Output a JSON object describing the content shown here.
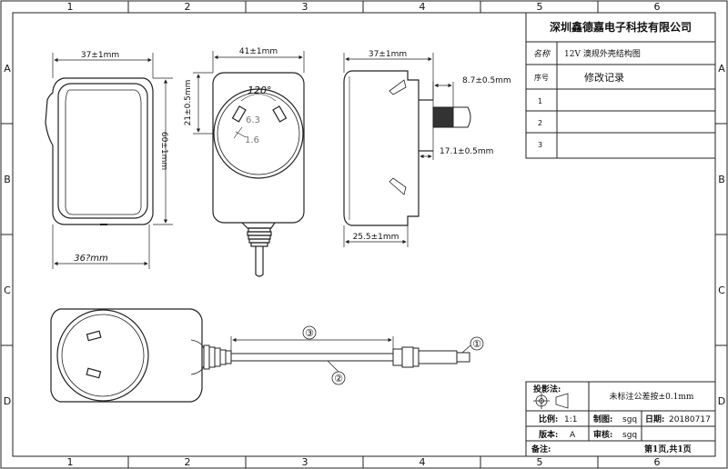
{
  "columns": [
    "1",
    "2",
    "3",
    "4",
    "5",
    "6"
  ],
  "rows": [
    "A",
    "B",
    "C",
    "D"
  ],
  "company": "深圳鑫德嘉电子科技有限公司",
  "title_block": {
    "name_label": "名称",
    "name_value": "12V 澳规外壳结构图",
    "seq_label": "序号",
    "revision_label": "修改记录",
    "rev_numbers": [
      "1",
      "2",
      "3"
    ],
    "projection_label": "投影法:",
    "tolerance_note": "未标注公差按±0.1mm",
    "scale_label": "比例:",
    "scale_value": "1:1",
    "drawn_label": "制图:",
    "drawn_value": "sgq",
    "date_label": "日期:",
    "date_value": "20180717",
    "version_label": "版本:",
    "version_value": "A",
    "review_label": "审核:",
    "review_value": "sgq",
    "notes_label": "备注:",
    "page_info": "第1页,共1页"
  },
  "dimensions": {
    "front_width": "37±1mm",
    "front_height": "60±1mm",
    "front_bottom": "36?mm",
    "plug_width": "41±1mm",
    "plug_offset": "21±0.5mm",
    "pin_angle": "120°",
    "pin_length": "6.3",
    "pin_width": "1.6",
    "side_width": "37±1mm",
    "pin_thickness": "8.7±0.5mm",
    "pin_height": "17.1±0.5mm",
    "side_depth": "25.5±1mm"
  },
  "callouts": [
    "①",
    "②",
    "③"
  ]
}
